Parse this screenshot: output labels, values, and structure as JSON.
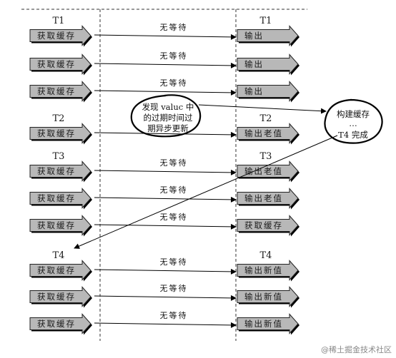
{
  "diagram": {
    "rows": [
      {
        "left_thread": "T1",
        "left_box": "获取缓存",
        "middle": "无等待",
        "right_thread": "T1",
        "right_box": "输出"
      },
      {
        "left_thread": "",
        "left_box": "获取缓存",
        "middle": "无等待",
        "right_thread": "",
        "right_box": "输出"
      },
      {
        "left_thread": "",
        "left_box": "获取缓存",
        "middle": "无等待",
        "right_thread": "",
        "right_box": "输出"
      },
      {
        "left_thread": "T2",
        "left_box": "获取缓存",
        "middle": "",
        "right_thread": "T2",
        "right_box": "输出老值"
      },
      {
        "left_thread": "T3",
        "left_box": "获取缓存",
        "middle": "无等待",
        "right_thread": "T3",
        "right_box": "输出老值"
      },
      {
        "left_thread": "",
        "left_box": "获取缓存",
        "middle": "无等待",
        "right_thread": "",
        "right_box": "输出老值"
      },
      {
        "left_thread": "",
        "left_box": "获取缓存",
        "middle": "无等待",
        "right_thread": "",
        "right_box": "获取缓存"
      },
      {
        "left_thread": "T4",
        "left_box": "获取缓存",
        "middle": "无等待",
        "right_thread": "T4",
        "right_box": "输出新值"
      },
      {
        "left_thread": "",
        "left_box": "获取缓存",
        "middle": "无等待",
        "right_thread": "",
        "right_box": "输出新值"
      },
      {
        "left_thread": "",
        "left_box": "获取缓存",
        "middle": "无等待",
        "right_thread": "",
        "right_box": "输出新值"
      }
    ],
    "note_left": [
      "发现 valuc 中",
      "的过期时间过",
      "期异步更新"
    ],
    "note_right": [
      "构建缓存",
      "…",
      "T4 完成"
    ]
  },
  "watermark": "@稀土掘金技术社区"
}
